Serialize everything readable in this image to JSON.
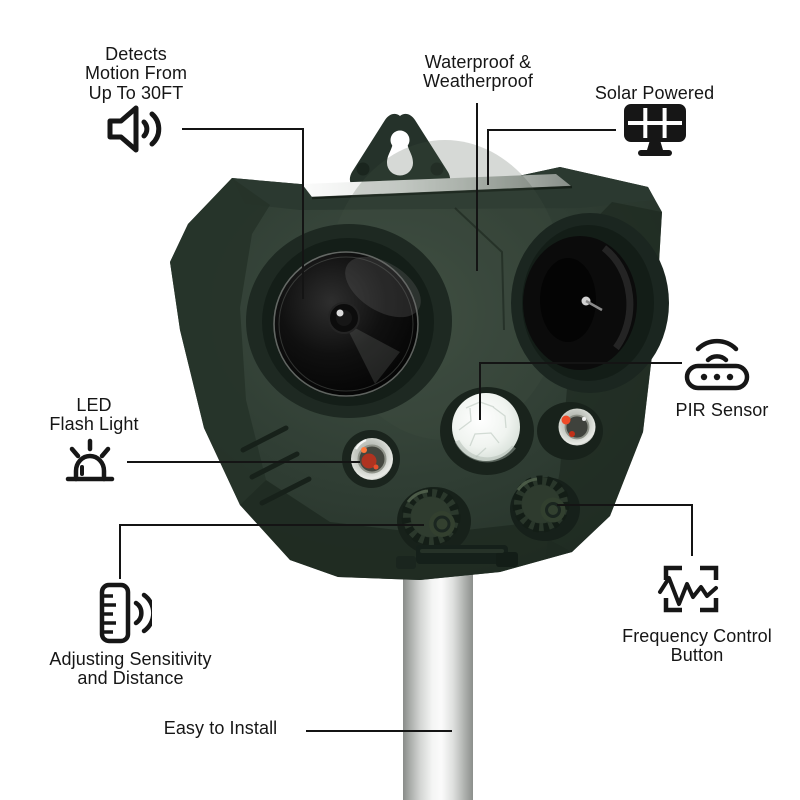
{
  "background_color": "#ffffff",
  "callout_line_color": "#141414",
  "text_color": "#161616",
  "product_colors": {
    "housing_green": "#2e3c32",
    "housing_green_dark": "#1c2821",
    "speaker_cone_black": "#0a0a0a",
    "pir_ball_white": "#eef2ee",
    "led_glow_red": "#c23a22",
    "pole_silver": "#d9dbd9",
    "solar_panel_reflection": "#e8ebe8"
  },
  "callouts": {
    "detects_motion": {
      "line1": "Detects",
      "line2": "Motion From",
      "line3": "Up To 30FT"
    },
    "waterproof": {
      "line1": "Waterproof &",
      "line2": "Weatherproof"
    },
    "solar_powered": {
      "label": "Solar Powered"
    },
    "led_flash_light": {
      "line1": "LED",
      "line2": "Flash Light"
    },
    "pir_sensor": {
      "label": "PIR Sensor"
    },
    "sensitivity": {
      "line1": "Adjusting Sensitivity",
      "line2": "and Distance"
    },
    "frequency": {
      "line1": "Frequency Control",
      "line2": "Button"
    },
    "easy_install": {
      "label": "Easy to Install"
    }
  },
  "icons": {
    "detects_motion": "speaker-sound-icon",
    "solar_powered": "solar-panel-icon",
    "led_flash_light": "flash-beacon-icon",
    "pir_sensor": "pir-motion-sensor-icon",
    "sensitivity": "ruler-sound-adjust-icon",
    "frequency": "frequency-wave-icon"
  }
}
